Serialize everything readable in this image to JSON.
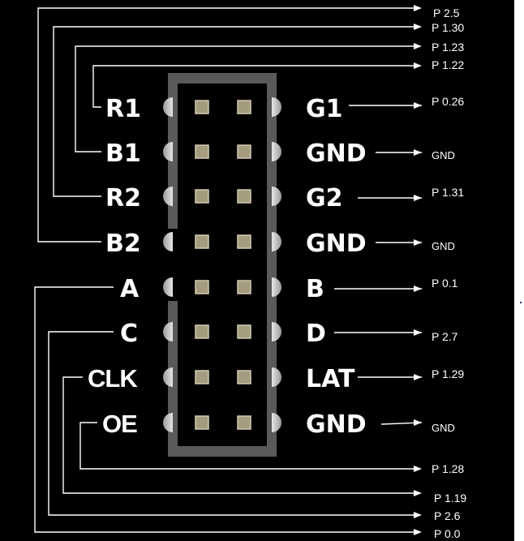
{
  "connector": {
    "left_pins": [
      "R1",
      "B1",
      "R2",
      "B2",
      "A",
      "C",
      "CLK",
      "OE"
    ],
    "right_pins": [
      "G1",
      "GND",
      "G2",
      "GND",
      "B",
      "D",
      "LAT",
      "GND"
    ]
  },
  "ports": {
    "top": [
      "P 2.5",
      "P 1.30",
      "P 1.23",
      "P 1.22"
    ],
    "right": [
      "P 0.26",
      "GND",
      "P 1.31",
      "GND",
      "P 0.1",
      "P 2.7",
      "P 1.29",
      "GND"
    ],
    "bottom": [
      "P 1.28",
      "P 1.19",
      "P 2.6",
      "P 0.0"
    ]
  },
  "colors": {
    "background": "#000000",
    "housing": "#5a5a5a",
    "pad": "#a59b7e",
    "pad_border": "#d2cbb4",
    "text": "#ffffff"
  }
}
